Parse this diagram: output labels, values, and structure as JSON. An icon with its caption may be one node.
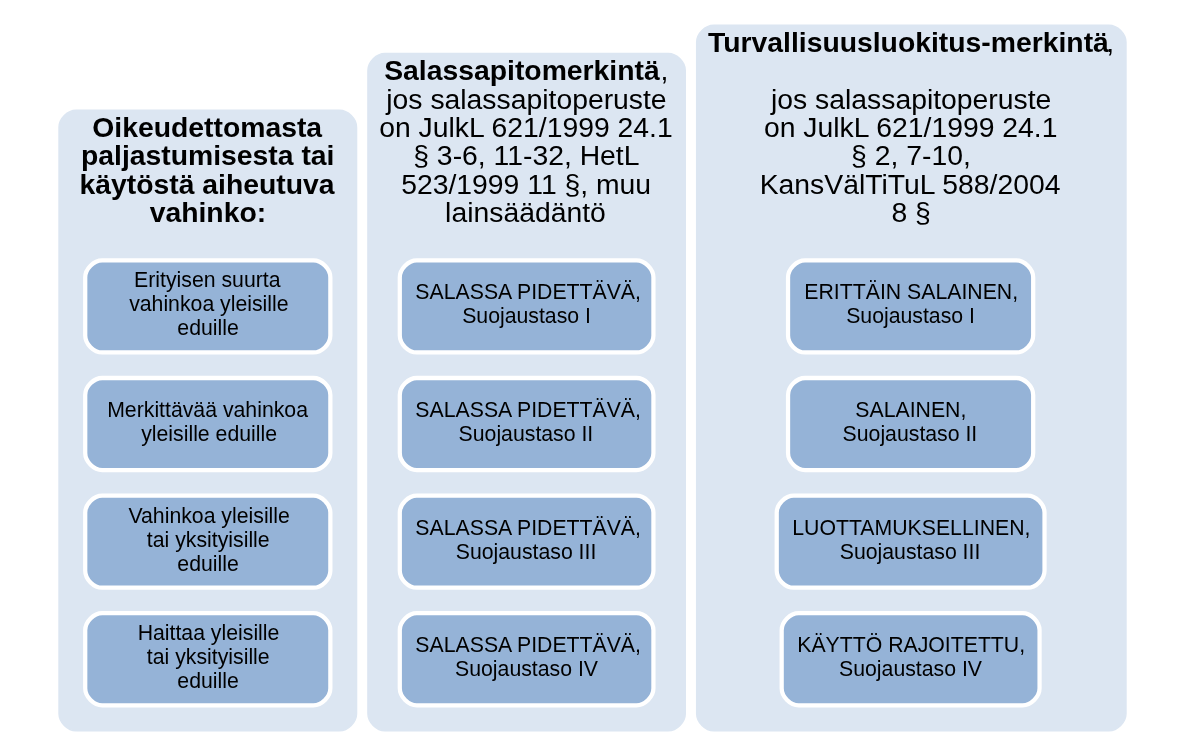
{
  "diagram": {
    "nodes": [
      {
        "text": [
          "Oikeudettomasta paljastumisesta tai käytöstä aiheutuva vahinko:"
        ]
      },
      {
        "text": [
          "Erityisen suurta vahinkoa yleisille eduille"
        ],
        "in": 0
      },
      {
        "text": [
          "Merkittävää vahinkoa yleisille eduille"
        ],
        "in": 0
      },
      {
        "text": [
          "Vahinkoa yleisille tai yksityisille eduille"
        ],
        "in": 0
      },
      {
        "text": [
          "Haittaa yleisille tai yksityisille eduille"
        ],
        "in": 0
      },
      {
        "text": [
          "**Salassapitomerkintä**, jos salassapitoperuste on JulkL 621/1999 24.1 § 3-6, 11-32, HetL 523/1999 11 §, muu lainsäädäntö"
        ]
      },
      {
        "text": [
          "SALASSA PIDETTÄVÄ, Suojaustaso I"
        ],
        "in": 5
      },
      {
        "text": [
          "SALASSA PIDETTÄVÄ, Suojaustaso II"
        ],
        "in": 5
      },
      {
        "text": [
          "SALASSA PIDETTÄVÄ, Suojaustaso III"
        ],
        "in": 5
      },
      {
        "text": [
          "SALASSA PIDETTÄVÄ, Suojaustaso IV"
        ],
        "in": 5
      },
      {
        "text": [
          "**Turvallisuusluokitus-merkintä**,",
          "jos salassapitoperuste on JulkL 621/1999 24.1 § 2, 7-10, KansVälTiTuL 588/2004 8 §"
        ]
      },
      {
        "text": [
          "ERITTÄIN SALAINEN, Suojaustaso I"
        ],
        "in": 10
      },
      {
        "text": [
          "SALAINEN, Suojaustaso II"
        ],
        "in": 10
      },
      {
        "text": [
          "LUOTTAMUKSELLINEN, Suojaustaso III"
        ],
        "in": 10
      },
      {
        "text": [
          "KÄYTTÖ RAJOITETTU, Suojaustaso IV"
        ],
        "in": 10
      }
    ],
    "edges": []
  }
}
